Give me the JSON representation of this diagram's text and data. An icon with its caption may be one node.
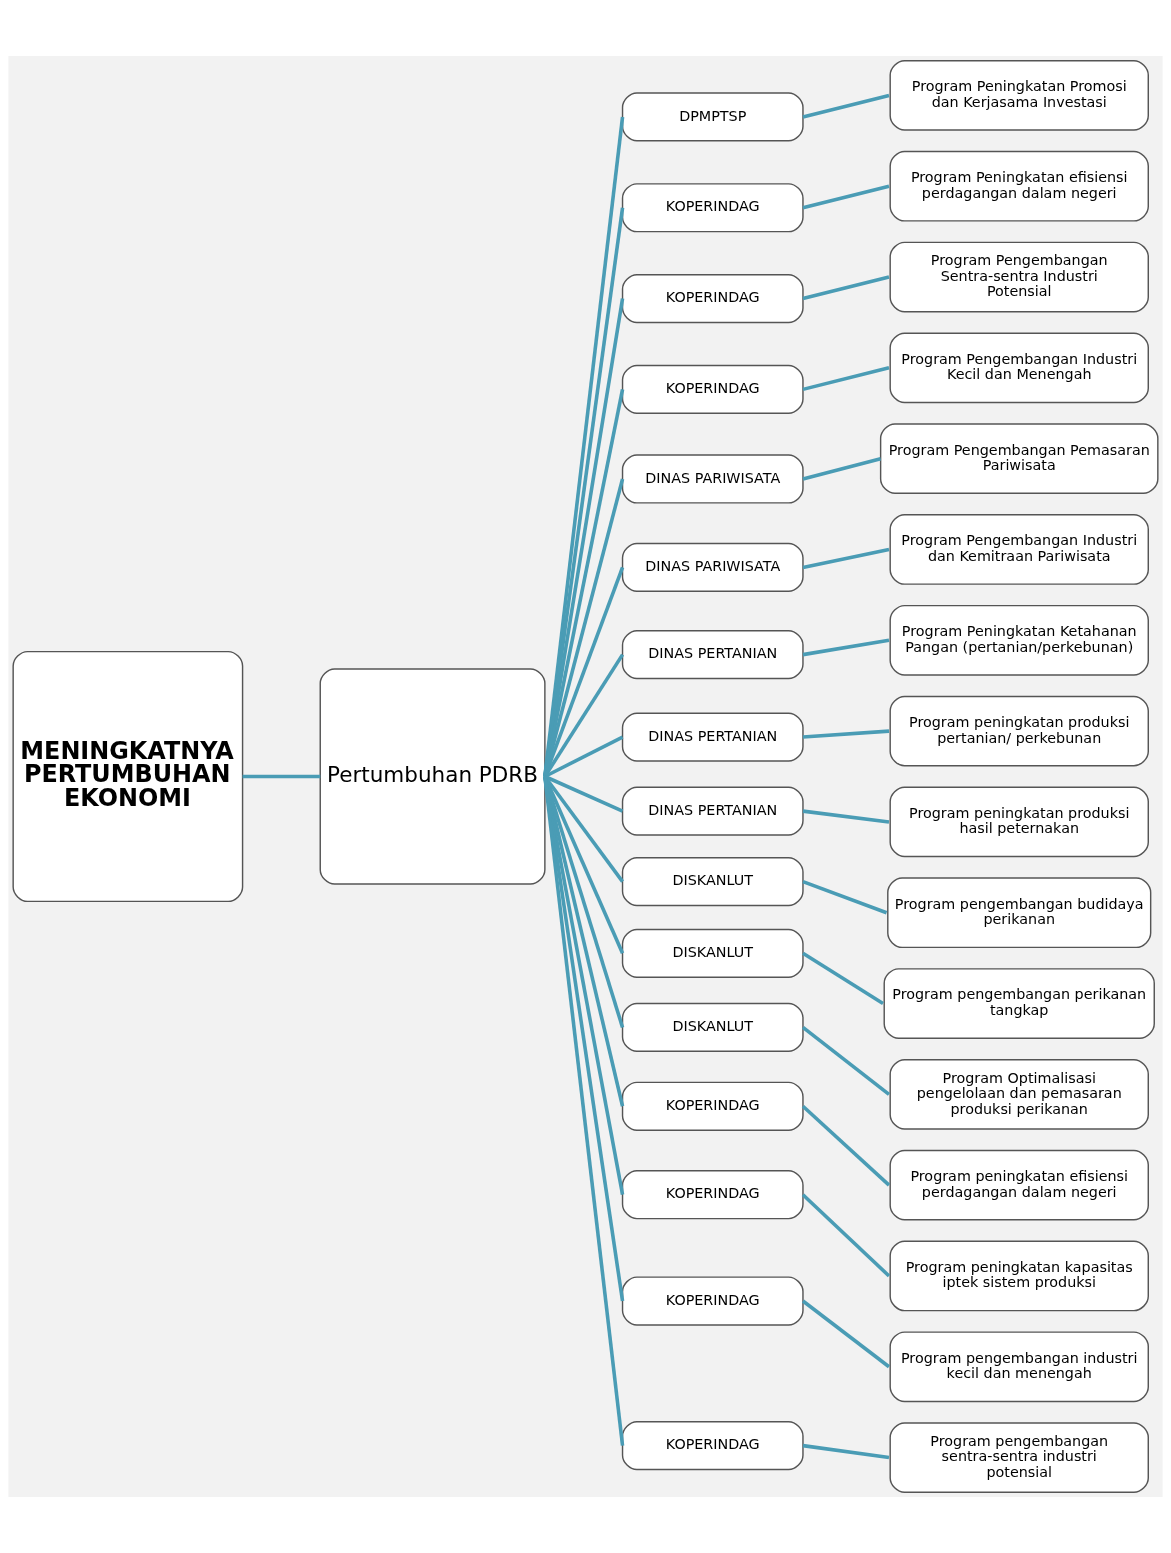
{
  "diagram": {
    "nodes": [
      {
        "text": [
          "MENINGKATNYA PERTUMBUHAN EKONOMI"
        ]
      },
      {
        "text": [
          "Pertumbuhan PDRB"
        ]
      },
      {
        "text": [
          "DPMPTSP"
        ]
      },
      {
        "text": [
          "Program Peningkatan Promosi dan Kerjasama Investasi"
        ]
      },
      {
        "text": [
          "KOPERINDAG"
        ]
      },
      {
        "text": [
          "Program Peningkatan efisiensi perdagangan dalam negeri"
        ]
      },
      {
        "text": [
          "KOPERINDAG"
        ]
      },
      {
        "text": [
          "Program Pengembangan Sentra-sentra Industri Potensial"
        ]
      },
      {
        "text": [
          "KOPERINDAG"
        ]
      },
      {
        "text": [
          "Program Pengembangan Industri Kecil dan Menengah"
        ]
      },
      {
        "text": [
          "DINAS PARIWISATA"
        ]
      },
      {
        "text": [
          "Program Pengembangan Pemasaran Pariwisata"
        ]
      },
      {
        "text": [
          "DINAS PARIWISATA"
        ]
      },
      {
        "text": [
          "Program Pengembangan Industri dan Kemitraan Pariwisata"
        ]
      },
      {
        "text": [
          "DINAS PERTANIAN"
        ]
      },
      {
        "text": [
          "Program Peningkatan Ketahanan Pangan (pertanian/perkebunan)"
        ]
      },
      {
        "text": [
          "DINAS PERTANIAN"
        ]
      },
      {
        "text": [
          "Program peningkatan produksi pertanian/ perkebunan"
        ]
      },
      {
        "text": [
          "DINAS PERTANIAN"
        ]
      },
      {
        "text": [
          "Program peningkatan produksi hasil peternakan"
        ]
      },
      {
        "text": [
          "DISKANLUT"
        ]
      },
      {
        "text": [
          "Program pengembangan budidaya perikanan"
        ]
      },
      {
        "text": [
          "DISKANLUT"
        ]
      },
      {
        "text": [
          "Program pengembangan perikanan tangkap"
        ]
      },
      {
        "text": [
          "DISKANLUT"
        ]
      },
      {
        "text": [
          "Program Optimalisasi pengelolaan dan pemasaran produksi perikanan"
        ]
      },
      {
        "text": [
          "KOPERINDAG"
        ]
      },
      {
        "text": [
          "Program peningkatan efisiensi perdagangan dalam negeri"
        ]
      },
      {
        "text": [
          "KOPERINDAG"
        ]
      },
      {
        "text": [
          "Program peningkatan kapasitas iptek sistem produksi"
        ]
      },
      {
        "text": [
          "KOPERINDAG"
        ]
      },
      {
        "text": [
          "Program pengembangan industri kecil dan menengah"
        ]
      },
      {
        "text": [
          "KOPERINDAG"
        ]
      },
      {
        "text": [
          "Program pengembangan sentra-sentra industri potensial"
        ]
      }
    ],
    "edges": [
      {
        "from": 0,
        "to": 1,
        "arrow": "none"
      },
      {
        "from": 1,
        "to": 2,
        "arrow": "none"
      },
      {
        "from": 1,
        "to": 4,
        "arrow": "none"
      },
      {
        "from": 1,
        "to": 6,
        "arrow": "none"
      },
      {
        "from": 1,
        "to": 8,
        "arrow": "none"
      },
      {
        "from": 1,
        "to": 10,
        "arrow": "none"
      },
      {
        "from": 1,
        "to": 12,
        "arrow": "none"
      },
      {
        "from": 1,
        "to": 14,
        "arrow": "none"
      },
      {
        "from": 1,
        "to": 16,
        "arrow": "none"
      },
      {
        "from": 1,
        "to": 18,
        "arrow": "none"
      },
      {
        "from": 1,
        "to": 20,
        "arrow": "none"
      },
      {
        "from": 1,
        "to": 22,
        "arrow": "none"
      },
      {
        "from": 1,
        "to": 24,
        "arrow": "none"
      },
      {
        "from": 1,
        "to": 26,
        "arrow": "none"
      },
      {
        "from": 1,
        "to": 28,
        "arrow": "none"
      },
      {
        "from": 1,
        "to": 30,
        "arrow": "none"
      },
      {
        "from": 1,
        "to": 32,
        "arrow": "none"
      },
      {
        "from": 2,
        "to": 3,
        "arrow": "none"
      },
      {
        "from": 4,
        "to": 5,
        "arrow": "none"
      },
      {
        "from": 6,
        "to": 7,
        "arrow": "none"
      },
      {
        "from": 8,
        "to": 9,
        "arrow": "none"
      },
      {
        "from": 10,
        "to": 11,
        "arrow": "none"
      },
      {
        "from": 12,
        "to": 13,
        "arrow": "none"
      },
      {
        "from": 14,
        "to": 15,
        "arrow": "none"
      },
      {
        "from": 16,
        "to": 17,
        "arrow": "none"
      },
      {
        "from": 18,
        "to": 19,
        "arrow": "none"
      },
      {
        "from": 20,
        "to": 21,
        "arrow": "none"
      },
      {
        "from": 22,
        "to": 23,
        "arrow": "none"
      },
      {
        "from": 24,
        "to": 25,
        "arrow": "none"
      },
      {
        "from": 26,
        "to": 27,
        "arrow": "none"
      },
      {
        "from": 28,
        "to": 29,
        "arrow": "none"
      },
      {
        "from": 30,
        "to": 31,
        "arrow": "none"
      },
      {
        "from": 32,
        "to": 33,
        "arrow": "none"
      }
    ]
  }
}
